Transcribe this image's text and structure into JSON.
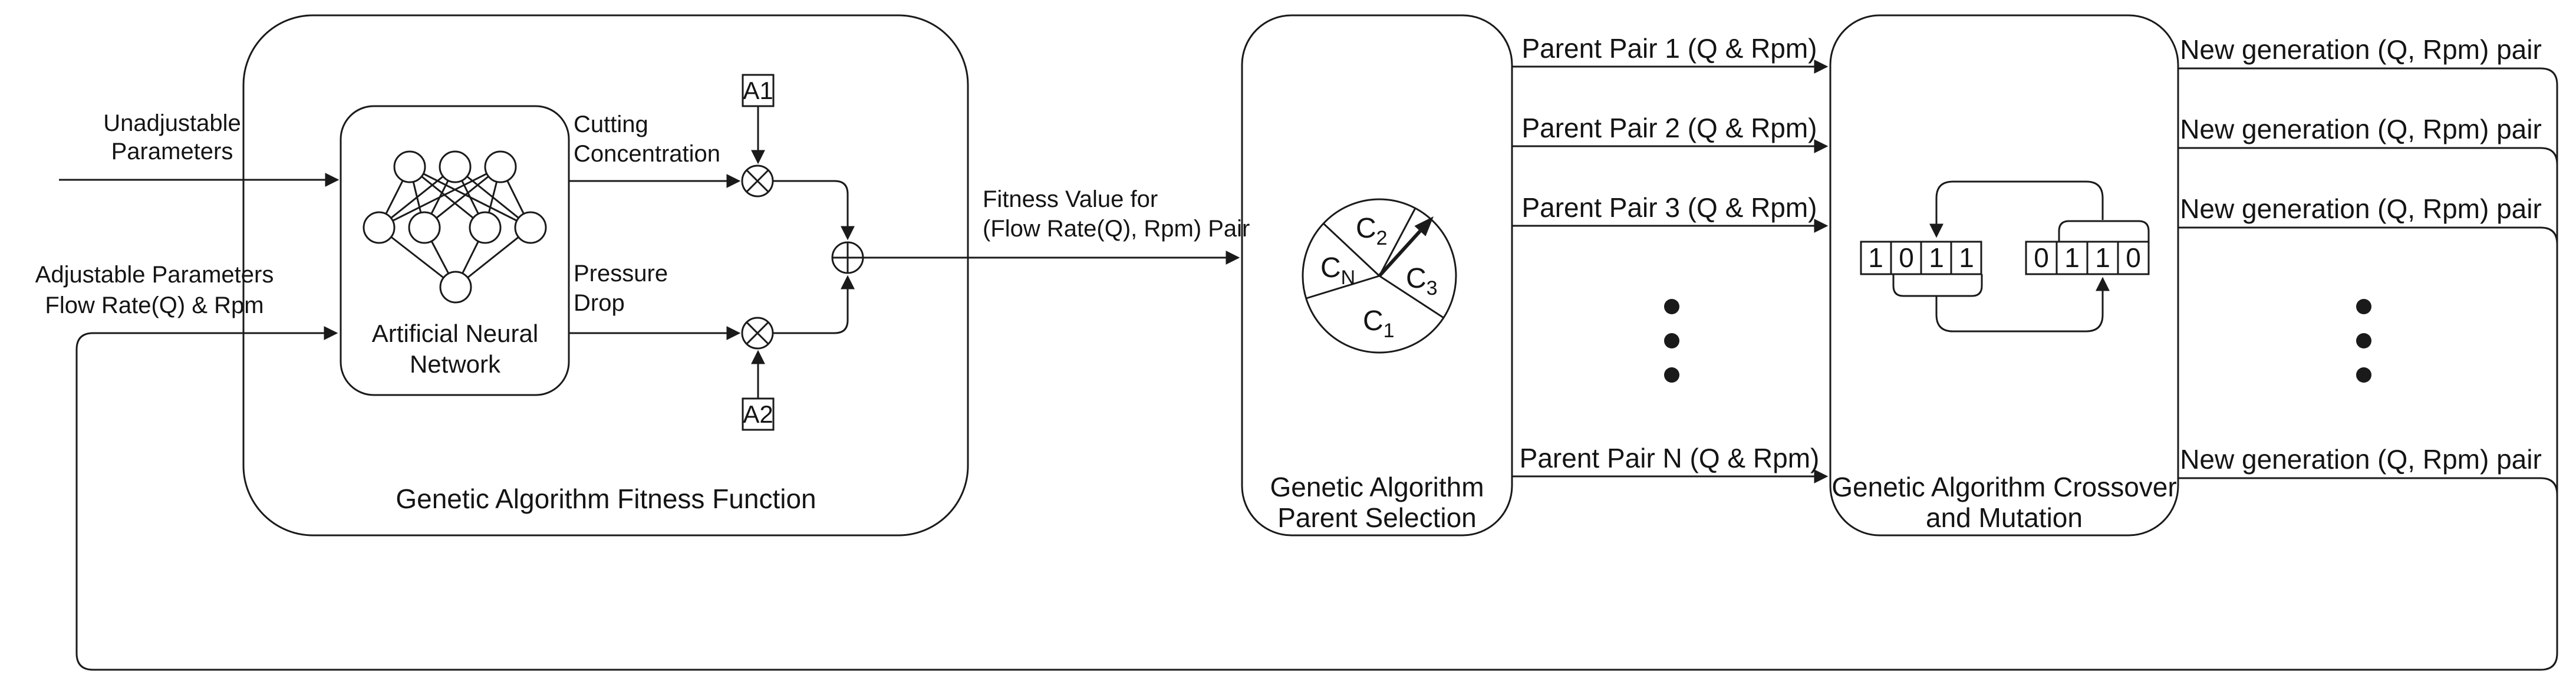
{
  "colors": {
    "background": "#ffffff",
    "line": "#1a1a1a",
    "text": "#141414"
  },
  "inputs": {
    "unadjustable_line1": "Unadjustable",
    "unadjustable_line2": "Parameters",
    "adjustable_line1": "Adjustable Parameters",
    "adjustable_line2": "Flow Rate(Q) & Rpm"
  },
  "fitness_box": {
    "title": "Genetic Algorithm Fitness Function",
    "ann_title_line1": "Artificial Neural",
    "ann_title_line2": "Network",
    "output_top_line1": "Cutting",
    "output_top_line2": "Concentration",
    "output_bottom_line1": "Pressure",
    "output_bottom_line2": "Drop",
    "weight_top": "A1",
    "weight_bottom": "A2"
  },
  "fitness_value_label_line1": "Fitness Value for",
  "fitness_value_label_line2": "(Flow Rate(Q), Rpm) Pair",
  "selection_box": {
    "title_line1": "Genetic Algorithm",
    "title_line2": "Parent Selection",
    "wheel_sectors": [
      {
        "base": "C",
        "sub": "2"
      },
      {
        "base": "C",
        "sub": "N"
      },
      {
        "base": "C",
        "sub": "3"
      },
      {
        "base": "C",
        "sub": "1"
      }
    ]
  },
  "parent_pairs": [
    "Parent Pair 1 (Q & Rpm)",
    "Parent Pair 2 (Q & Rpm)",
    "Parent Pair 3 (Q & Rpm)",
    "Parent Pair N (Q & Rpm)"
  ],
  "crossover_box": {
    "title_line1": "Genetic Algorithm Crossover",
    "title_line2": "and Mutation",
    "parent_a_bits": [
      "1",
      "0",
      "1",
      "1"
    ],
    "parent_b_bits": [
      "0",
      "1",
      "1",
      "0"
    ]
  },
  "new_generation_labels": [
    "New generation (Q, Rpm) pair",
    "New generation (Q, Rpm) pair",
    "New generation (Q, Rpm) pair",
    "New generation (Q, Rpm) pair"
  ]
}
